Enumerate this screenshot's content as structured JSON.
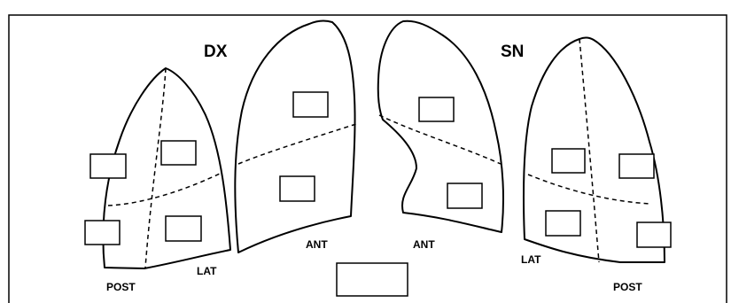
{
  "labels": {
    "right_side": "DX",
    "left_side": "SN",
    "right_posterior": "POST",
    "right_lateral": "LAT",
    "right_anterior": "ANT",
    "left_anterior": "ANT",
    "left_lateral": "LAT",
    "left_posterior": "POST"
  }
}
